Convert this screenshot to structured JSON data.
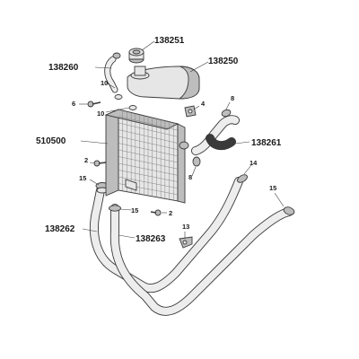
{
  "callouts": {
    "reservoir_cap": "138251",
    "reservoir_hose": "138260",
    "reservoir": "138250",
    "radiator": "510500",
    "upper_hose": "138261",
    "long_hose_a": "138262",
    "long_hose_b": "138263",
    "screw_6": "6",
    "washer_10_top": "10",
    "washer_10_mid": "10",
    "bolt_4": "4",
    "clamp_8_top": "8",
    "clamp_8_bottom": "8",
    "bolt_2_left": "2",
    "bolt_2_right": "2",
    "clamp_15_left": "15",
    "clamp_15_mid": "15",
    "clamp_15_right": "15",
    "clamp_14": "14",
    "clip_13": "13"
  }
}
